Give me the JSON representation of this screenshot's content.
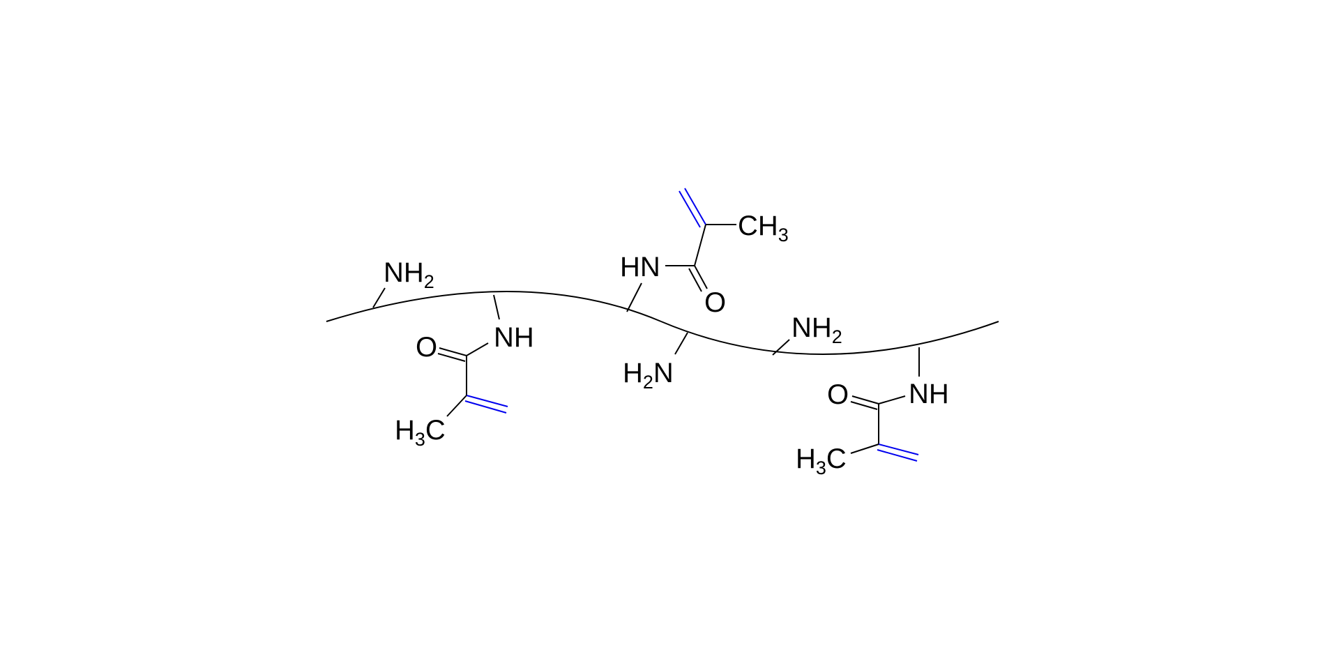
{
  "labels": {
    "nh2_top_left": {
      "main": "NH",
      "sub": "2"
    },
    "nh_left": "NH",
    "o_left": "O",
    "h3c_left": {
      "pre": "H",
      "sub": "3",
      "post": "C"
    },
    "hn_top": "HN",
    "o_top": "O",
    "ch3_top": {
      "main": "CH",
      "sub": "3"
    },
    "h2n_mid": {
      "pre": "H",
      "sub": "2",
      "post": "N"
    },
    "nh2_mid_right": {
      "main": "NH",
      "sub": "2"
    },
    "nh_right": "NH",
    "o_right": "O",
    "h3c_right": {
      "pre": "H",
      "sub": "3",
      "post": "C"
    }
  },
  "colors": {
    "bond": "#000000",
    "vinyl_double_bond": "#0000ee"
  }
}
